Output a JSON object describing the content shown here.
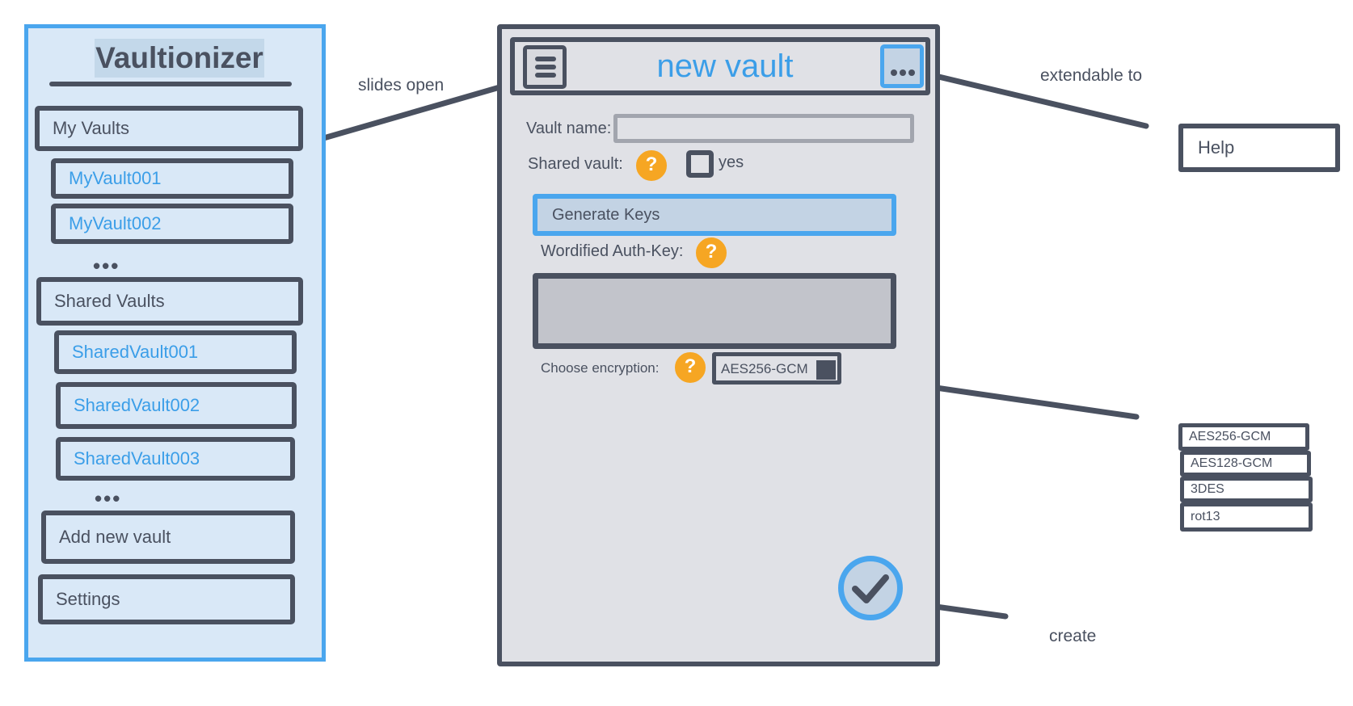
{
  "sidebar": {
    "app_title": "Vaultionizer",
    "my_vaults_label": "My Vaults",
    "my_vaults": [
      "MyVault001",
      "MyVault002"
    ],
    "more_indicator": "•••",
    "shared_vaults_label": "Shared Vaults",
    "shared_vaults": [
      "SharedVault001",
      "SharedVault002",
      "SharedVault003"
    ],
    "add_vault_label": "Add new vault",
    "settings_label": "Settings"
  },
  "screen": {
    "title": "new vault",
    "vault_name_label": "Vault name:",
    "vault_name_value": "",
    "shared_vault_label": "Shared vault:",
    "shared_yes_label": "yes",
    "shared_checked": false,
    "help_glyph": "?",
    "generate_keys_label": "Generate Keys",
    "auth_key_label": "Wordified Auth-Key:",
    "auth_key_value": "",
    "encryption_label": "Choose encryption:",
    "encryption_selected": "AES256-GCM"
  },
  "annotations": {
    "slides_open": "slides open",
    "extendable_to": "extendable to",
    "help_item": "Help",
    "create": "create"
  },
  "encryption_options": [
    "AES256-GCM",
    "AES128-GCM",
    "3DES",
    "rot13"
  ],
  "colors": {
    "accent_blue": "#4aa6ee",
    "link_blue": "#3b9ee8",
    "sidebar_bg": "#d9e8f7",
    "ink": "#4a5160",
    "phone_bg": "#e0e1e6",
    "help_orange": "#f6a623"
  },
  "icons": {
    "menu": "hamburger-icon",
    "more": "more-dots-icon",
    "help": "question-mark-icon",
    "caret": "caret-down-icon",
    "confirm": "checkmark-icon"
  }
}
